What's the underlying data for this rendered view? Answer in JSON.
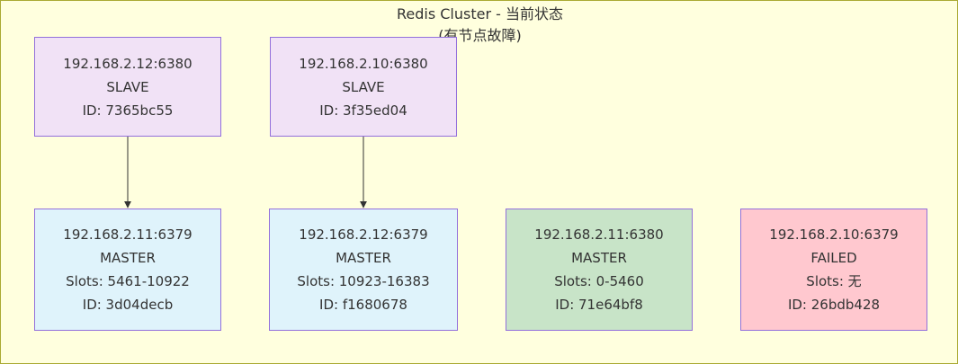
{
  "title": {
    "line1": "Redis Cluster - 当前状态",
    "line2": "(有节点故障)"
  },
  "nodes": {
    "slave1": {
      "addr": "192.168.2.12:6380",
      "role": "SLAVE",
      "id": "ID: 7365bc55"
    },
    "slave2": {
      "addr": "192.168.2.10:6380",
      "role": "SLAVE",
      "id": "ID: 3f35ed04"
    },
    "master1": {
      "addr": "192.168.2.11:6379",
      "role": "MASTER",
      "slots": "Slots: 5461-10922",
      "id": "ID: 3d04decb"
    },
    "master2": {
      "addr": "192.168.2.12:6379",
      "role": "MASTER",
      "slots": "Slots: 10923-16383",
      "id": "ID: f1680678"
    },
    "master3": {
      "addr": "192.168.2.11:6380",
      "role": "MASTER",
      "slots": "Slots: 0-5460",
      "id": "ID: 71e64bf8"
    },
    "failed": {
      "addr": "192.168.2.10:6379",
      "role": "FAILED",
      "slots": "Slots: 无",
      "id": "ID: 26bdb428"
    }
  },
  "edges": [
    {
      "from": "slave1",
      "to": "master1"
    },
    {
      "from": "slave2",
      "to": "master2"
    }
  ],
  "colors": {
    "background": "#ffffde",
    "node_border": "#9370db",
    "slave_fill": "#f1e2f6",
    "master_fill": "#dff3fb",
    "healthy_master_fill": "#c8e4c8",
    "failed_fill": "#ffc8cf",
    "edge": "#333333"
  }
}
